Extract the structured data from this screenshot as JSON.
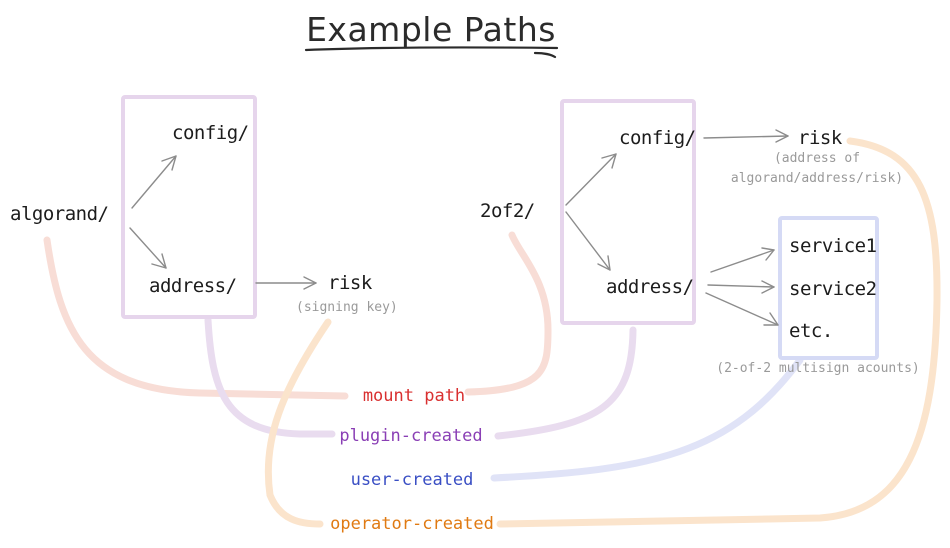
{
  "title": "Example Paths",
  "left": {
    "mount": "algorand/",
    "config": "config/",
    "address": "address/",
    "leaf": "risk",
    "leaf_note": "(signing key)"
  },
  "right": {
    "mount": "2of2/",
    "config": "config/",
    "config_leaf": "risk",
    "config_note_line1": "(address of",
    "config_note_line2": "algorand/address/risk)",
    "address": "address/",
    "services": [
      "service1",
      "service2",
      "etc."
    ],
    "services_note": "(2-of-2 multisign acounts)"
  },
  "legend": {
    "mount": "mount path",
    "plugin": "plugin-created",
    "user": "user-created",
    "operator": "operator-created"
  },
  "colors": {
    "mount": "#d93030",
    "plugin": "#8a3fb5",
    "user": "#3a4fc4",
    "operator": "#e07a12",
    "mount_curve": "#f8ddd6",
    "plugin_curve": "#e9dcef",
    "user_curve": "#e0e3f7",
    "operator_curve": "#fbe4cc",
    "plugin_box": "#e6d5ec",
    "user_box": "#d5daf5",
    "arrow": "#8c8c8c"
  }
}
